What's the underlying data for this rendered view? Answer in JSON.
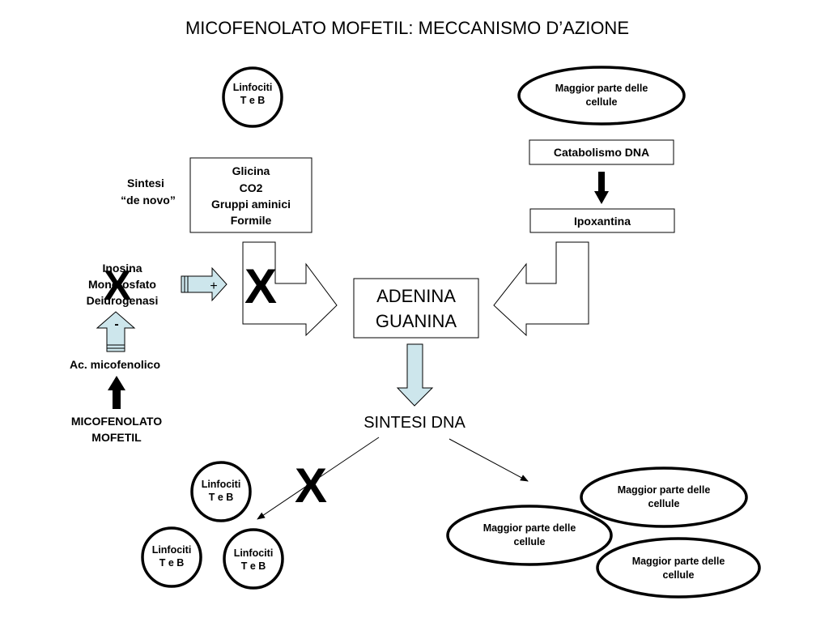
{
  "title": "MICOFENOLATO MOFETIL: MECCANISMO D’AZIONE",
  "circle_label": [
    "Linfociti",
    "T e B"
  ],
  "ellipse_label": [
    "Maggior parte delle",
    "cellule"
  ],
  "de_novo_label": [
    "Sintesi",
    "“de novo”"
  ],
  "substrates": [
    "Glicina",
    "CO2",
    "Gruppi aminici",
    "Formile"
  ],
  "enzyme": [
    "Inosina",
    "Monofosfato",
    "Deidrogenasi"
  ],
  "plus_sign": "+",
  "minus_sign": "-",
  "acid": "Ac. micofenolico",
  "drug": [
    "MICOFENOLATO",
    "MOFETIL"
  ],
  "catabolism": "Catabolismo DNA",
  "hypoxanthine": "Ipoxantina",
  "purines": [
    "ADENINA",
    "GUANINA"
  ],
  "dna_synthesis": "SINTESI DNA",
  "block_mark": "X",
  "colors": {
    "light_blue_arrow": "#cde6ec",
    "stroke": "#000000"
  }
}
